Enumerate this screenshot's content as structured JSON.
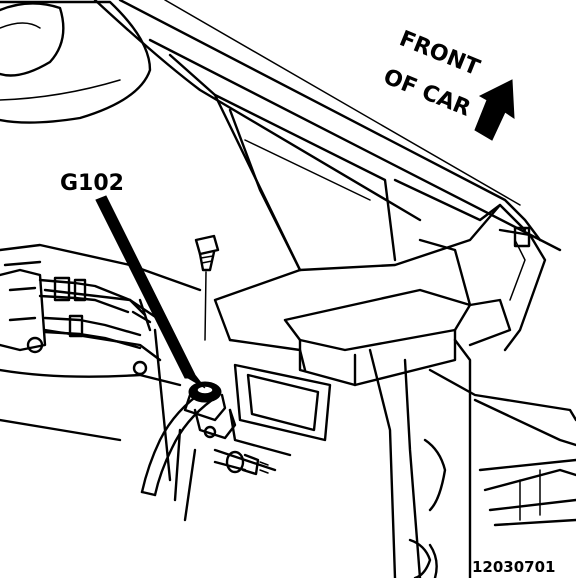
{
  "labels": {
    "ground_point": "G102",
    "direction_line1": "FRONT",
    "direction_line2": "OF CAR",
    "figure_number": "12030701"
  },
  "colors": {
    "ink": "#000000",
    "paper": "#ffffff"
  }
}
